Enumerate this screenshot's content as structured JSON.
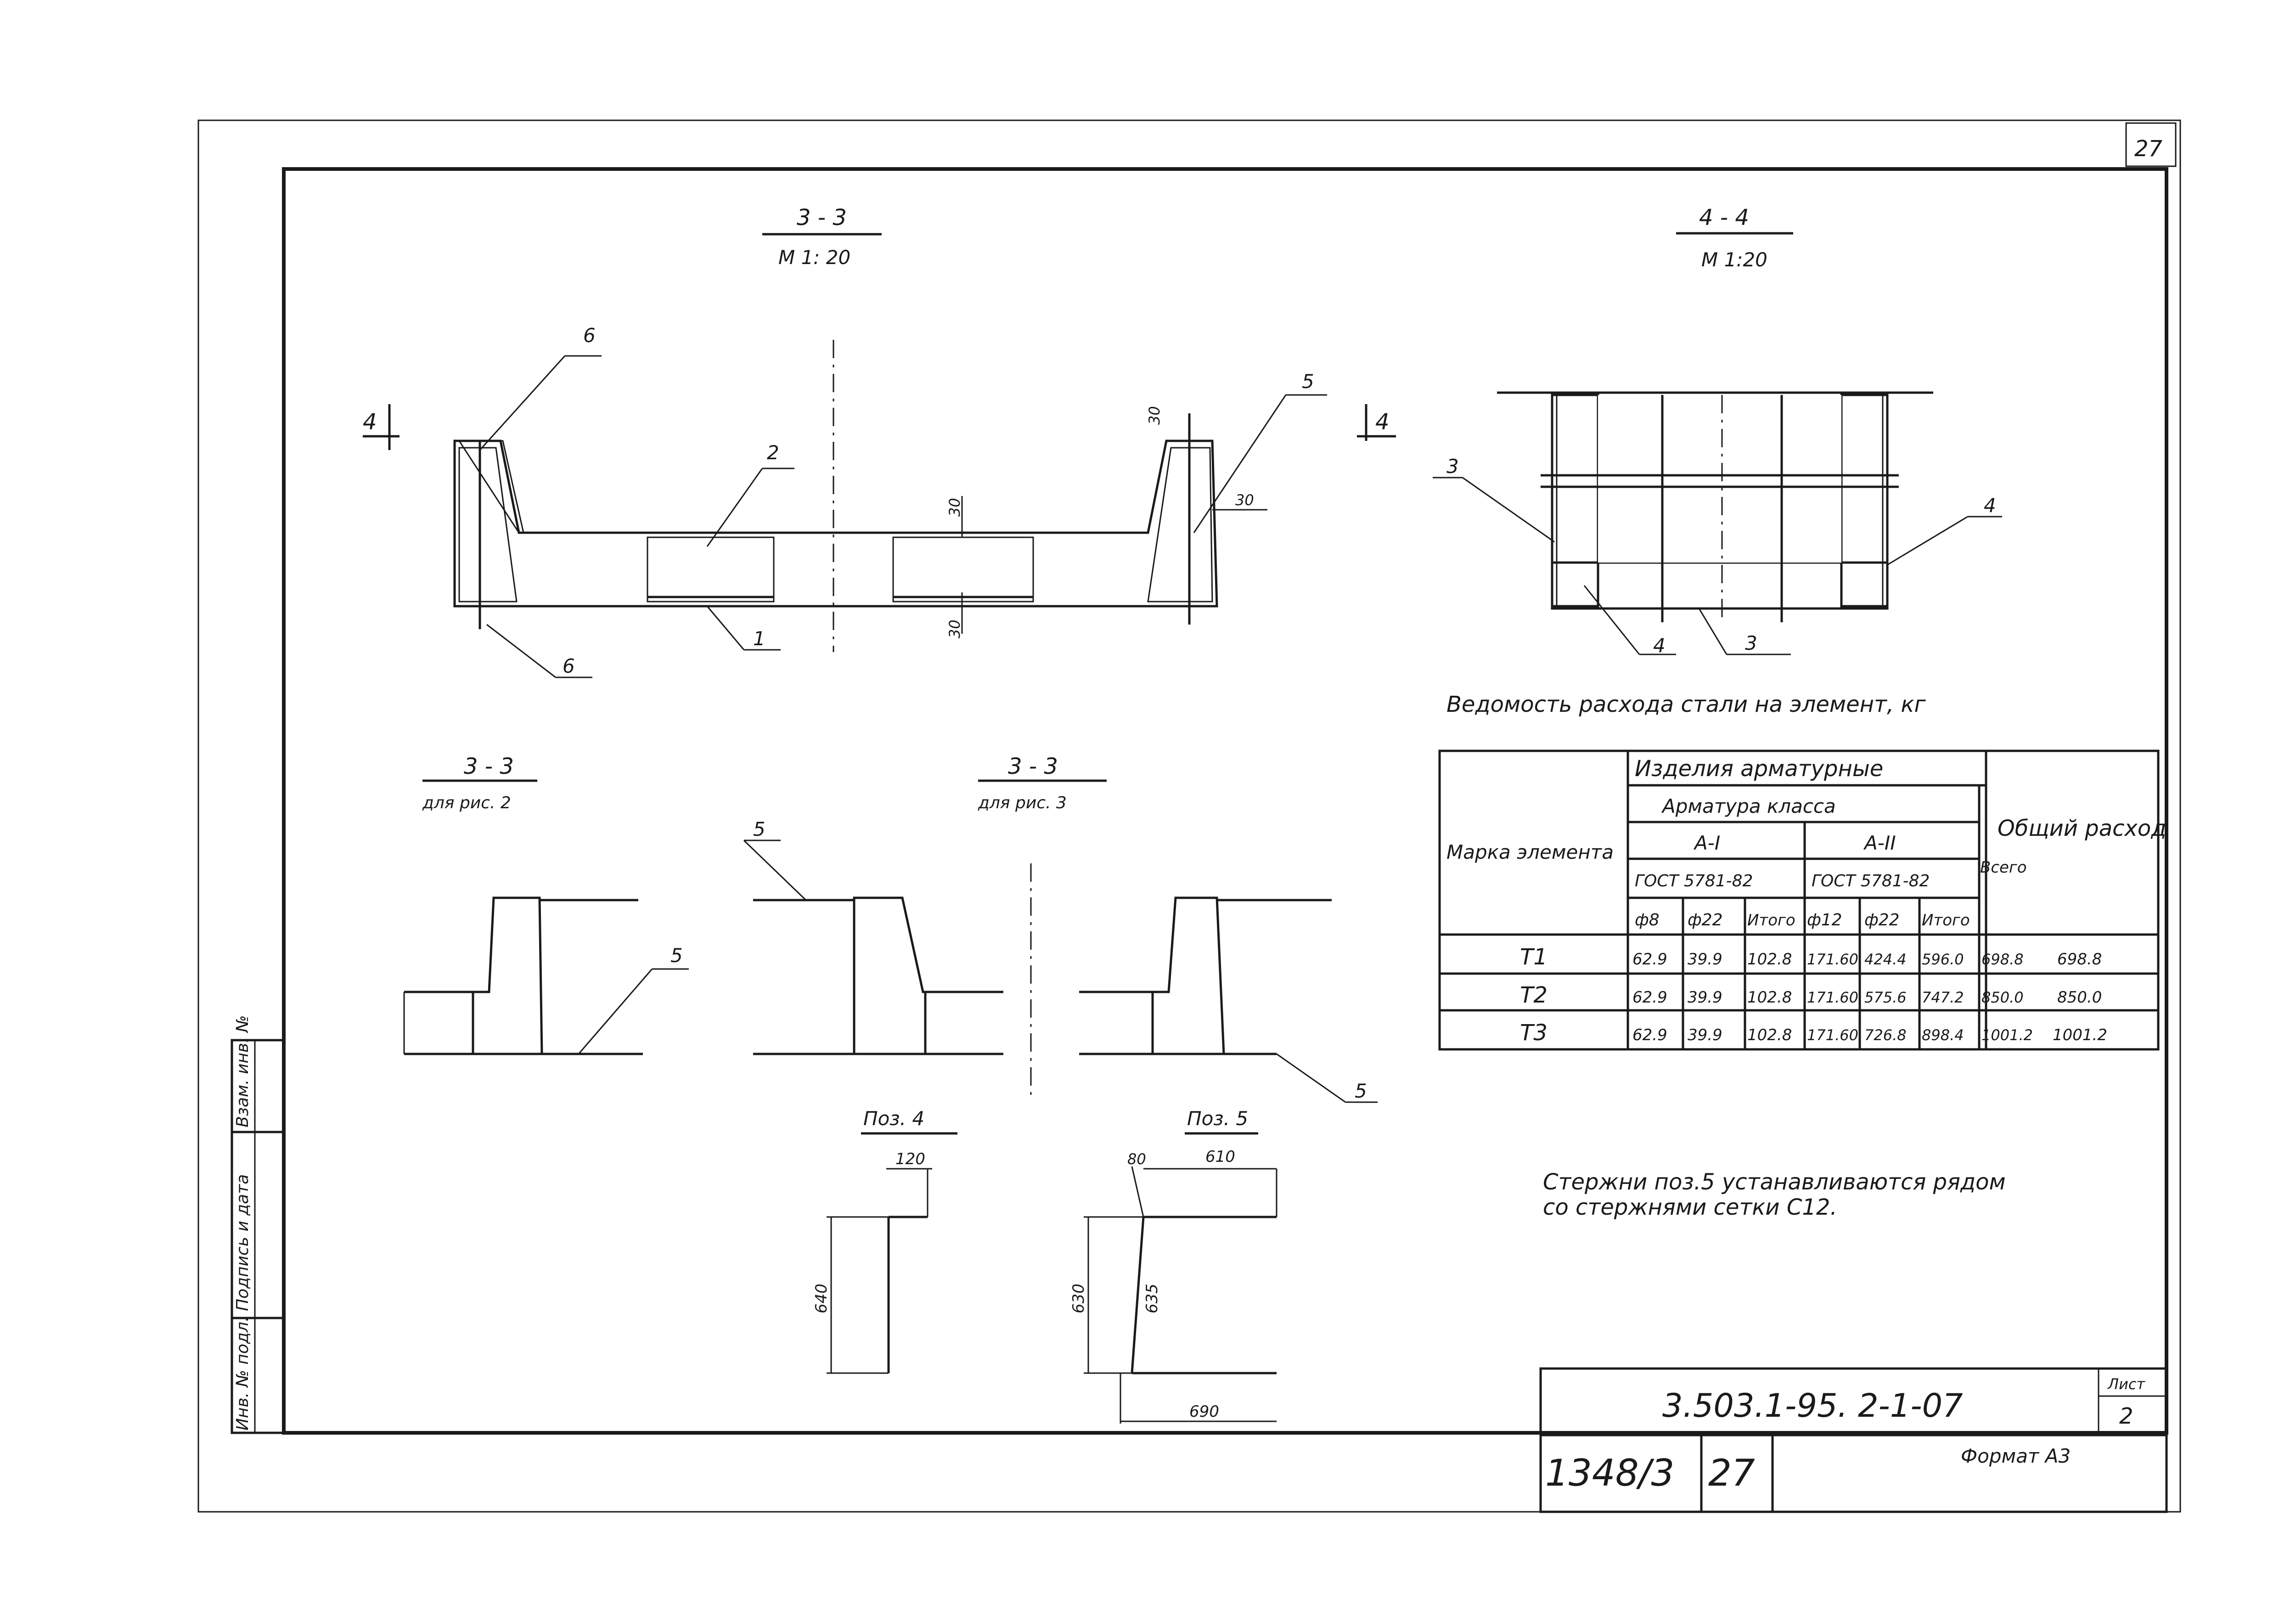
{
  "sheet_corner_number": "27",
  "sections": {
    "s33_title": "3 - 3",
    "s33_scale": "М 1: 20",
    "s44_title": "4 - 4",
    "s44_scale": "М 1:20",
    "s33_fig2_title": "3 - 3",
    "s33_fig2_sub": "для рис. 2",
    "s33_fig3_title": "3 - 3",
    "s33_fig3_sub": "для рис. 3"
  },
  "labels": {
    "marker_4_left": "4",
    "marker_4_right": "4",
    "pos1": "1",
    "pos2": "2",
    "pos3_main": "5",
    "pos6_top": "6",
    "pos6_bottom": "6",
    "dim30_a": "30",
    "dim30_b": "30",
    "dim30_c": "30",
    "dim30_d": "30",
    "s44_pos3_left": "3",
    "s44_pos4_right": "4",
    "s44_pos4_bottom": "4",
    "s44_pos3_bottom": "3",
    "fig2_pos5": "5",
    "fig3_pos5_top": "5",
    "fig3_pos5_bottom": "5"
  },
  "positions": {
    "poz4_title": "Поз. 4",
    "poz4_dim_top": "120",
    "poz4_dim_side": "640",
    "poz5_title": "Поз. 5",
    "poz5_dim_small": "80",
    "poz5_dim_top": "610",
    "poz5_dim_side": "630",
    "poz5_dim_diag": "635",
    "poz5_dim_bottom": "690"
  },
  "table": {
    "caption": "Ведомость расхода стали на элемент, кг",
    "header_products": "Изделия арматурные",
    "header_rebar": "Арматура класса",
    "header_mark": "Марка элемента",
    "class_a1": "А-I",
    "class_a2": "А-II",
    "gost_a1": "ГОСТ 5781-82",
    "gost_a2": "ГОСТ 5781-82",
    "header_total": "Всего",
    "header_overall": "Общий расход",
    "subcols": [
      "ф8",
      "ф22",
      "Итого",
      "ф12",
      "ф22",
      "Итого"
    ],
    "rows": [
      {
        "mark": "Т1",
        "values": [
          "62.9",
          "39.9",
          "102.8",
          "171.60",
          "424.4",
          "596.0",
          "698.8"
        ],
        "overall": "698.8"
      },
      {
        "mark": "Т2",
        "values": [
          "62.9",
          "39.9",
          "102.8",
          "171.60",
          "575.6",
          "747.2",
          "850.0"
        ],
        "overall": "850.0"
      },
      {
        "mark": "Т3",
        "values": [
          "62.9",
          "39.9",
          "102.8",
          "171.60",
          "726.8",
          "898.4",
          "1001.2"
        ],
        "overall": "1001.2"
      }
    ]
  },
  "note": {
    "line1": "Стержни поз.5 устанавливаются рядом",
    "line2": "со стержнями сетки С12."
  },
  "title_block": {
    "doc_code": "3.503.1-95. 2-1-07",
    "sheet_label": "Лист",
    "sheet_number": "2",
    "archive_no": "1348/3",
    "page_no": "27",
    "format": "Формат А3"
  },
  "side_stamp": {
    "col1": "Инв. № подл.",
    "col2": "Подпись и дата",
    "col3": "Взам. инв. №"
  }
}
